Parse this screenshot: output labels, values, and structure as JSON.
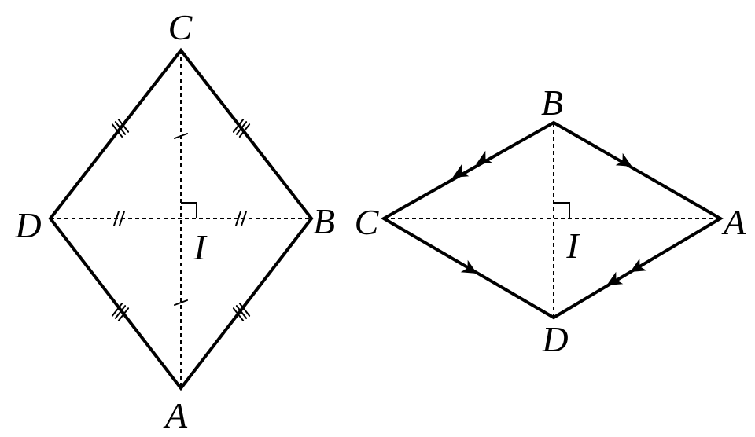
{
  "left_figure": {
    "labels": {
      "C": "C",
      "B": "B",
      "D": "D",
      "A": "A",
      "I": "I"
    }
  },
  "right_figure": {
    "labels": {
      "B": "B",
      "A": "A",
      "C": "C",
      "D": "D",
      "I": "I"
    }
  }
}
